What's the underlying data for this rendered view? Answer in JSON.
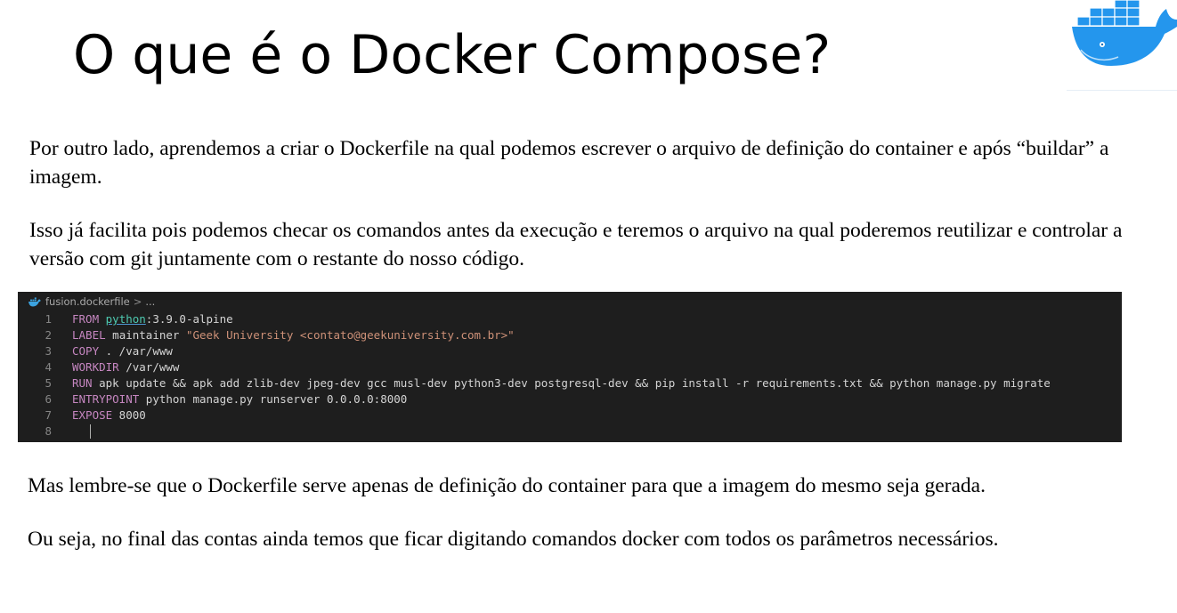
{
  "slide": {
    "title": "O que é o Docker Compose?",
    "logo_icon": "docker-whale-icon",
    "paragraphs": [
      "Por outro lado, aprendemos a criar o Dockerfile na qual podemos escrever o arquivo de definição do container e após “buildar” a imagem.",
      "Isso já facilita pois podemos checar os comandos antes da execução e teremos o arquivo na qual poderemos reutilizar e controlar a versão com git juntamente com o restante do nosso código.",
      "Mas lembre-se que o Dockerfile serve apenas de definição do container para que a imagem do mesmo seja gerada.",
      "Ou seja, no final das contas ainda temos que ficar digitando comandos docker com todos os parâmetros necessários."
    ]
  },
  "editor": {
    "file_icon": "docker-whale-icon",
    "breadcrumb_file": "fusion.dockerfile",
    "breadcrumb_separator": ">",
    "breadcrumb_more": "...",
    "colors": {
      "background": "#1e1e1e",
      "keyword": "#c586c0",
      "string": "#ce9178",
      "line_number": "#858585",
      "text": "#d4d4d4"
    },
    "lines": [
      {
        "number": "1",
        "keyword": "FROM",
        "link": "python",
        "rest": ":3.9.0-alpine"
      },
      {
        "number": "2",
        "keyword": "LABEL",
        "rest": " maintainer ",
        "string": "\"Geek University <contato@geekuniversity.com.br>\""
      },
      {
        "number": "3",
        "keyword": "COPY",
        "rest": " . /var/www"
      },
      {
        "number": "4",
        "keyword": "WORKDIR",
        "rest": " /var/www"
      },
      {
        "number": "5",
        "keyword": "RUN",
        "rest": " apk update && apk add zlib-dev jpeg-dev gcc musl-dev python3-dev postgresql-dev && pip install -r requirements.txt && python manage.py migrate"
      },
      {
        "number": "6",
        "keyword": "ENTRYPOINT",
        "rest": " python manage.py runserver 0.0.0.0:8000"
      },
      {
        "number": "7",
        "keyword": "EXPOSE",
        "rest": " 8000"
      },
      {
        "number": "8",
        "keyword": "",
        "rest": ""
      }
    ]
  }
}
